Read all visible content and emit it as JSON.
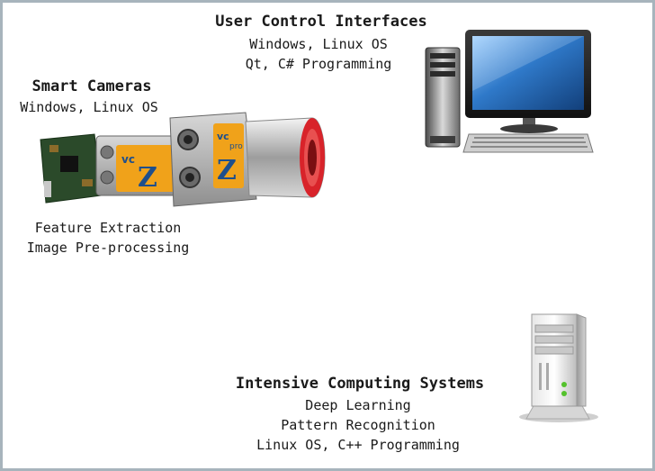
{
  "user_control": {
    "title": "User Control Interfaces",
    "lines": [
      "Windows, Linux OS",
      "Qt, C# Programming"
    ]
  },
  "smart_cameras": {
    "title": "Smart Cameras",
    "lines": [
      "Windows, Linux OS"
    ],
    "features": [
      "Feature Extraction",
      "Image Pre-processing"
    ],
    "logo_text": [
      "vc",
      "Z",
      "vc",
      "pro",
      "Z"
    ]
  },
  "intensive": {
    "title": "Intensive Computing Systems",
    "lines": [
      "Deep Learning",
      "Pattern Recognition",
      "Linux OS, C++ Programming"
    ]
  },
  "colors": {
    "border": "#a7b4bc",
    "camera_orange": "#f0a21a",
    "lens_red": "#d8232a",
    "screen_blue": "#2f79c9"
  },
  "icons": [
    "desktop-computer-icon",
    "server-tower-icon",
    "smart-camera-icon",
    "circuit-board-icon"
  ]
}
